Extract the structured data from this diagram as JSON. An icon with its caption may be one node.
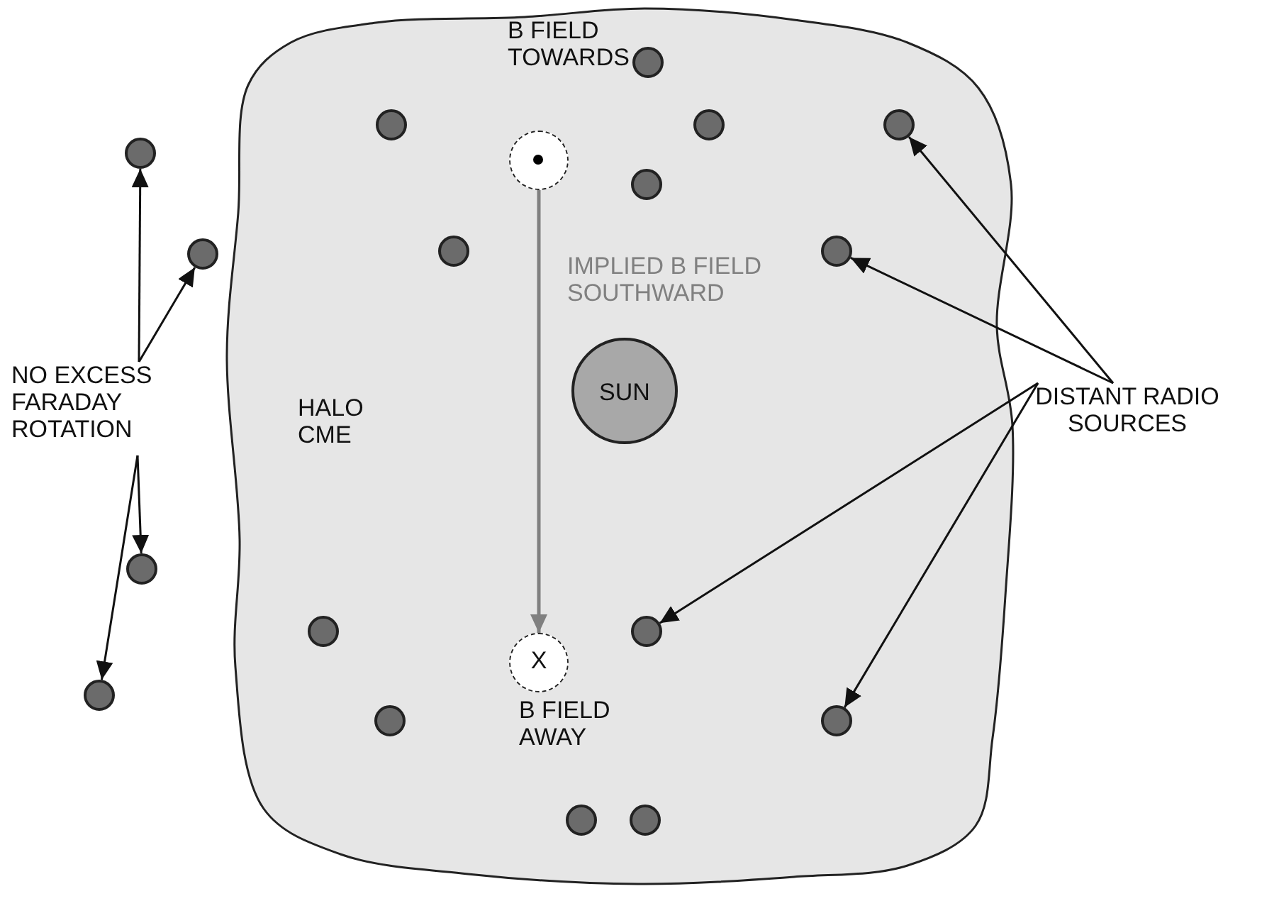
{
  "diagram": {
    "nodes": [
      {
        "text": [
          "HALO CME"
        ]
      },
      {
        "text": [
          "NO EXCESS FARADAY ROTATION"
        ]
      },
      {
        "text": [
          "DISTANT RADIO SOURCES"
        ]
      },
      {
        "text": [
          "B FIELD TOWARDS"
        ],
        "in": 0
      },
      {
        "text": [
          "SUN"
        ],
        "in": 0
      },
      {
        "text": [
          "X",
          "B FIELD AWAY"
        ],
        "in": 0
      },
      {
        "text": [],
        "shape": "circle",
        "in": 0
      },
      {
        "text": [],
        "shape": "circle",
        "in": 0
      },
      {
        "text": [],
        "shape": "circle",
        "in": 0
      },
      {
        "text": [],
        "shape": "circle",
        "in": 0
      },
      {
        "text": [],
        "shape": "circle"
      },
      {
        "text": [],
        "shape": "circle",
        "in": 0
      },
      {
        "text": [],
        "shape": "circle",
        "in": 0
      },
      {
        "text": [],
        "shape": "circle",
        "in": 0
      },
      {
        "text": [],
        "shape": "circle"
      },
      {
        "text": [],
        "shape": "circle"
      },
      {
        "text": [],
        "shape": "circle",
        "in": 0
      },
      {
        "text": [],
        "shape": "circle",
        "in": 0
      },
      {
        "text": [],
        "shape": "circle"
      },
      {
        "text": [],
        "shape": "circle",
        "in": 0
      },
      {
        "text": [],
        "shape": "circle",
        "in": 0
      },
      {
        "text": [],
        "shape": "circle",
        "in": 0
      },
      {
        "text": [],
        "shape": "circle",
        "in": 0
      }
    ],
    "edges": [
      {
        "from": 3,
        "to": 5,
        "arrow": "to",
        "label": "IMPLIED B FIELD SOUTHWARD",
        "color": "#808080"
      },
      {
        "from": 1,
        "to": 10,
        "arrow": "to"
      },
      {
        "from": 1,
        "to": 14,
        "arrow": "to"
      },
      {
        "from": 1,
        "to": 15,
        "arrow": "to"
      },
      {
        "from": 1,
        "to": 18,
        "arrow": "to"
      },
      {
        "from": 2,
        "to": 9,
        "arrow": "to"
      },
      {
        "from": 2,
        "to": 13,
        "arrow": "to"
      },
      {
        "from": 2,
        "to": 17,
        "arrow": "to"
      },
      {
        "from": 2,
        "to": 20,
        "arrow": "to"
      }
    ]
  }
}
